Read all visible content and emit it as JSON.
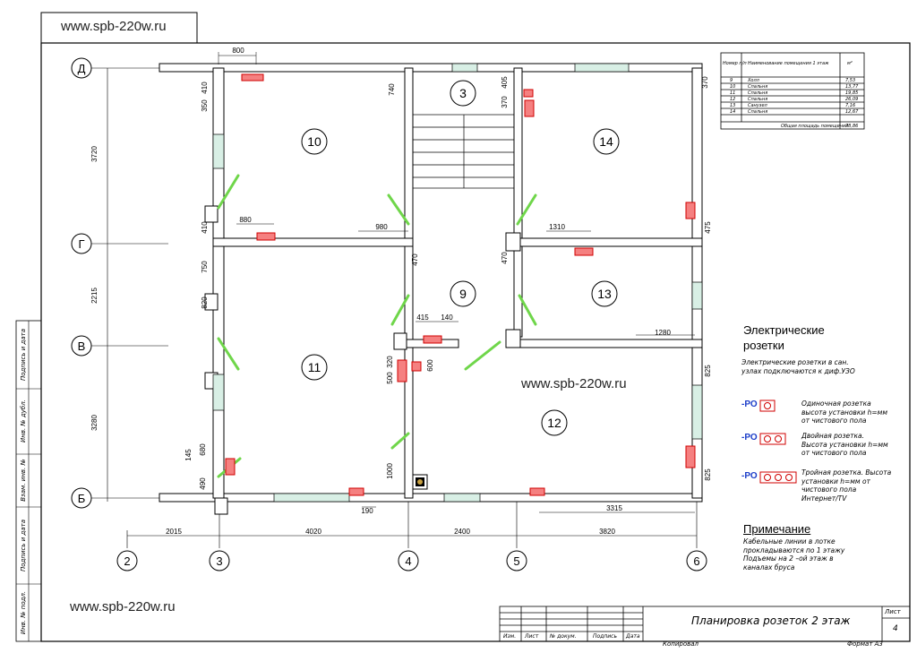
{
  "watermark": {
    "top": "www.spb-220w.ru",
    "center": "www.spb-220w.ru",
    "bottom": "www.spb-220w.ru"
  },
  "axes": {
    "rows": [
      "Д",
      "Г",
      "В",
      "Б"
    ],
    "cols": [
      "2",
      "3",
      "4",
      "5",
      "6"
    ],
    "row_dims": [
      "3720",
      "2215",
      "3280"
    ],
    "col_dims": [
      "2015",
      "4020",
      "2400",
      "3820"
    ]
  },
  "rooms": [
    "3",
    "10",
    "14",
    "9",
    "13",
    "11",
    "12"
  ],
  "dims": [
    "800",
    "410",
    "350",
    "740",
    "405",
    "370",
    "370",
    "880",
    "980",
    "1310",
    "410",
    "470",
    "750",
    "470",
    "475",
    "820",
    "415",
    "140",
    "1280",
    "320",
    "500",
    "600",
    "825",
    "145",
    "680",
    "490",
    "1000",
    "190",
    "3315",
    "825"
  ],
  "explication": {
    "headers": [
      "Номер п/п",
      "Наименование помещения 1 этаж",
      "м²"
    ],
    "rows": [
      [
        "9",
        "Холл",
        "7,53"
      ],
      [
        "10",
        "Спальня",
        "13,77"
      ],
      [
        "11",
        "Спальня",
        "19,85"
      ],
      [
        "12",
        "Спальня",
        "26,09"
      ],
      [
        "13",
        "Санузел",
        "7,16"
      ],
      [
        "14",
        "Спальня",
        "12,67"
      ]
    ],
    "total_label": "Общая площадь помещений",
    "total_value": "78,86"
  },
  "legend": {
    "title_line1": "Электрические",
    "title_line2": "розетки",
    "note_line1": "Электрические розетки в сан.",
    "note_line2": "узлах подключаются к диф.УЗО",
    "items": [
      {
        "code": "-РО",
        "line1": "Одиночная розетка",
        "line2": "высота установки h=мм",
        "line3": "от чистового пола",
        "line4": ""
      },
      {
        "code": "-РО",
        "line1": "Двойная розетка.",
        "line2": "Высота установки h=мм",
        "line3": "от чистового пола",
        "line4": ""
      },
      {
        "code": "-РО",
        "line1": "Тройная розетка. Высота",
        "line2": "установки h=мм от",
        "line3": "чистового пола",
        "line4": "Интернет/TV"
      }
    ]
  },
  "notes": {
    "title": "Примечание",
    "line1": "Кабельные линии в лотке",
    "line2": "прокладываются по 1 этажу",
    "line3": "Подъемы на 2 –ой этаж в",
    "line4": "каналах бруса"
  },
  "side_stamp": [
    "Подпись и дата",
    "Инв. № дубл.",
    "Взам. инв. №",
    "Подпись и дата",
    "Инв. № подл."
  ],
  "title_block": {
    "title": "Планировка розеток 2 этаж",
    "sheet_label": "Лист",
    "sheet_num": "4",
    "cols": [
      "Изм.",
      "Лист",
      "№ докум.",
      "Подпись",
      "Дата"
    ],
    "copied": "Копировал",
    "format": "Формат А3"
  }
}
